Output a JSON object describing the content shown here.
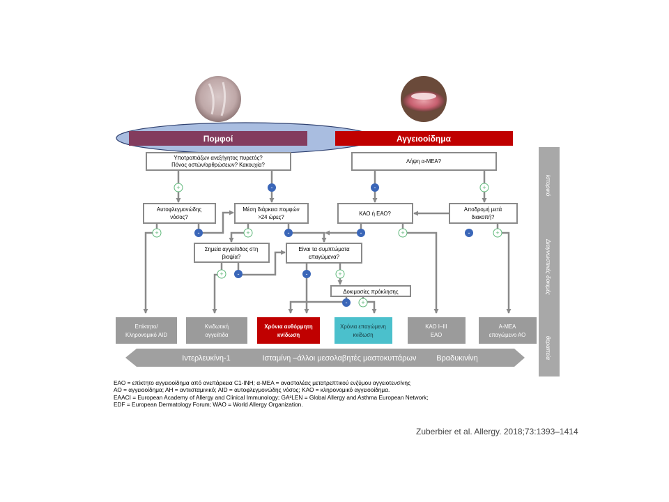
{
  "headers": {
    "wheals": "Πομφοί",
    "angioedema": "Αγγειοοίδημα"
  },
  "side_bar": {
    "history": "Ιστορικό",
    "diagnostic_tests": "Διαγνωστικές δοκιμές",
    "therapy": "θεραπεία"
  },
  "questions": {
    "q_fever": [
      "Υποτροπιάζων ανεξήγητος πυρετός?",
      "Πόνος οστών/αρθρώσεων? Κακουχία?"
    ],
    "q_ace": [
      "Λήψη α-ΜΕΑ?"
    ],
    "q_autoinflammatory": [
      "Αυτοφλεγμονώδης",
      "νόσος?"
    ],
    "q_duration": [
      "Μέση διάρκεια πομφών",
      ">24 ώρες?"
    ],
    "q_hae": [
      "ΚΑΟ ή ΕΑΟ?"
    ],
    "q_remission": [
      "Αποδρομή μετά",
      "διακοπή?"
    ],
    "q_vasculitis": [
      "Σημεία αγγειίτιδας στη",
      "βιοψία?"
    ],
    "q_inducible": [
      "Είναι τα συμπτώματα",
      "επαγώμενα?"
    ],
    "q_provocation": [
      "Δοκιμασίες πρόκλησης"
    ]
  },
  "outcomes": {
    "aid": [
      "Επίκτητο/",
      "Κληρονομικό AID"
    ],
    "uv": [
      "Κνιδωτική",
      "αγγειίτιδα"
    ],
    "csu": [
      "Χρόνια αυθόρμητη",
      "κνίδωση"
    ],
    "cindu": [
      "Χρόνια επαγώμενη",
      "κνίδωση"
    ],
    "hae": [
      "ΚΑΟ I–III",
      "ΕΑΟ"
    ],
    "ace_ae": [
      "Α-ΜΕΑ",
      "επαγώμενο ΑΟ"
    ]
  },
  "mediators": {
    "interleukin": "Ιντερλευκίνη-1",
    "histamine": "Ισταμίνη –άλλοι μεσολαβητές μαστοκυττάρων",
    "bradykinin": "Βραδυκινίνη"
  },
  "signs": {
    "plus": "+",
    "minus": "-"
  },
  "legend": [
    "ΕΑΟ = επίκτητο αγγειοοίδημα από ανεπάρκεια C1-INH; α-ΜΕΑ = αναστολέας μετατρεπτικού ενζύμου αγγειοτενσίνης",
    "ΑΟ = αγγειοοίδημα; ΑΗ = αντιισταμινικό; AID = αυτοφλεγμονώδης νόσος; ΚΑΟ = κληρονομικό αγγειοοίδημα.",
    "EAACI = European Academy of Allergy and Clinical Immunology; GA²LEN = Global Allergy and Asthma European Network;",
    "EDF = European Dermatology Forum; WAO = World Allergy Organization."
  ],
  "citation": "Zuberbier et al. Allergy. 2018;73:1393–1414",
  "colors": {
    "wheals_bar": "#833c5e",
    "angioedema_bar": "#c00000",
    "ellipse_fill": "#a9bde0",
    "ellipse_stroke": "#2f4170",
    "gray_box": "#9b9b9b",
    "csu_box": "#c00000",
    "cindu_box": "#4bc0cc",
    "minus_circle": "#3a66b8",
    "plus_circle": "#5fb87a"
  }
}
